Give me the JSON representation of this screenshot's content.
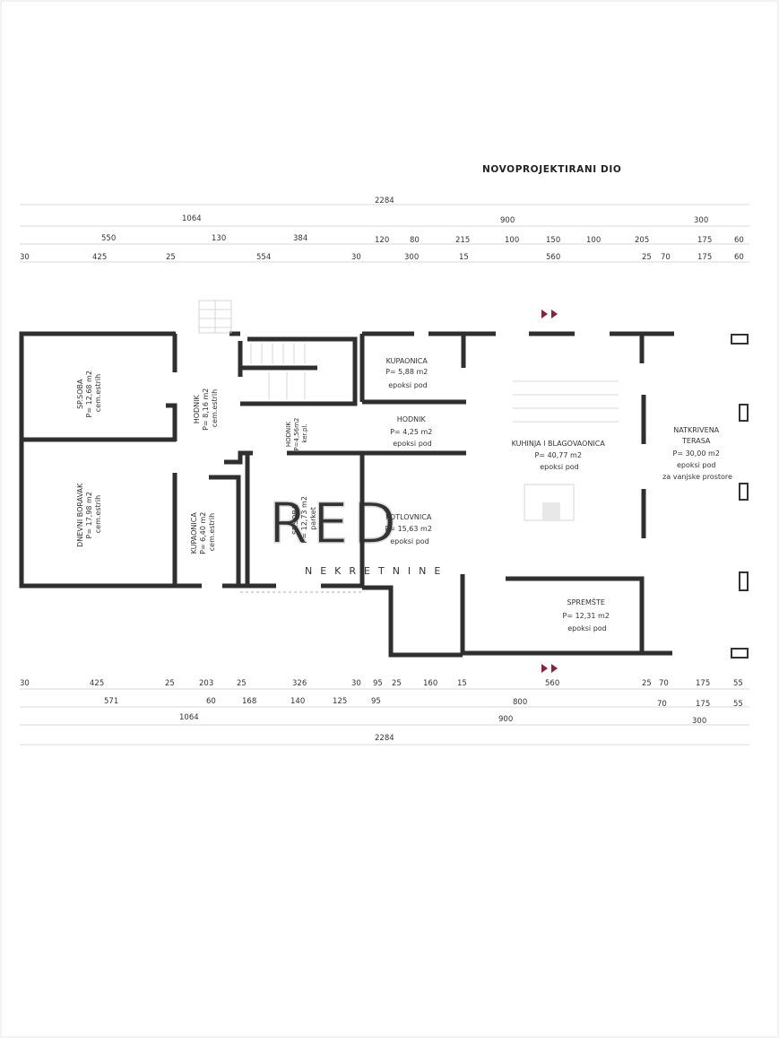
{
  "title": "NOVOPROJEKTIRANI DIO",
  "watermark": {
    "brand": "RED",
    "sub": "NEKRETNINE"
  },
  "dims": {
    "top_total": "2284",
    "top_r2": [
      "1064",
      "900",
      "300"
    ],
    "top_r3": [
      "550",
      "130",
      "384",
      "120",
      "80",
      "215",
      "100",
      "150",
      "100",
      "205",
      "175",
      "60"
    ],
    "top_r4": [
      "30",
      "425",
      "25",
      "554",
      "30",
      "300",
      "15",
      "560",
      "25",
      "70",
      "175",
      "60"
    ],
    "bot_r1": [
      "30",
      "425",
      "25",
      "203",
      "25",
      "326",
      "30",
      "95",
      "25",
      "160",
      "15",
      "560",
      "25",
      "70",
      "175",
      "55"
    ],
    "bot_r2": [
      "571",
      "60",
      "168",
      "140",
      "125",
      "95",
      "800",
      "70",
      "175",
      "55"
    ],
    "bot_r3": [
      "1064",
      "900",
      "300"
    ],
    "bot_total": "2284"
  },
  "rooms": [
    {
      "id": "spavaca-soba-1",
      "lines": [
        "SP.SOBA",
        "P= 12,68 m2",
        "cem.estrih"
      ]
    },
    {
      "id": "hodnik-1",
      "lines": [
        "HODNIK",
        "P= 8,16 m2",
        "cem.estrih"
      ]
    },
    {
      "id": "kupaonica-1",
      "lines": [
        "KUPAONICA",
        "P= 5,88 m2",
        "epoksi pod"
      ]
    },
    {
      "id": "hodnik-2",
      "lines": [
        "HODNIK",
        "P= 4,25 m2",
        "epoksi pod"
      ]
    },
    {
      "id": "hodnik-3",
      "lines": [
        "HODNIK",
        "P=4,56m2",
        "ker.pl."
      ]
    },
    {
      "id": "kuhinja",
      "lines": [
        "KUHINJA I BLAGOVAONICA",
        "P= 40,77 m2",
        "epoksi pod"
      ]
    },
    {
      "id": "terasa",
      "lines": [
        "NATKRIVENA",
        "TERASA",
        "P= 30,00 m2",
        "epoksi pod",
        "za vanjske prostore"
      ]
    },
    {
      "id": "dnevni-boravak",
      "lines": [
        "DNEVNI BORAVAK",
        "P= 17,98 m2",
        "cem.estrih"
      ]
    },
    {
      "id": "kupaonica-2",
      "lines": [
        "KUPAONICA",
        "P= 6,40 m2",
        "cem.estrih"
      ]
    },
    {
      "id": "spavaca-soba-2",
      "lines": [
        "SP.SOBA",
        "P= 12,73 m2",
        "parket"
      ]
    },
    {
      "id": "kotlovnica",
      "lines": [
        "KOTLOVNICA",
        "P= 15,63 m2",
        "epoksi pod"
      ]
    },
    {
      "id": "spremiste",
      "lines": [
        "SPREMŠTE",
        "P= 12,31 m2",
        "epoksi pod"
      ]
    }
  ],
  "colors": {
    "wall": "#2f2f2f",
    "section_marker": "#8b1f3f"
  }
}
